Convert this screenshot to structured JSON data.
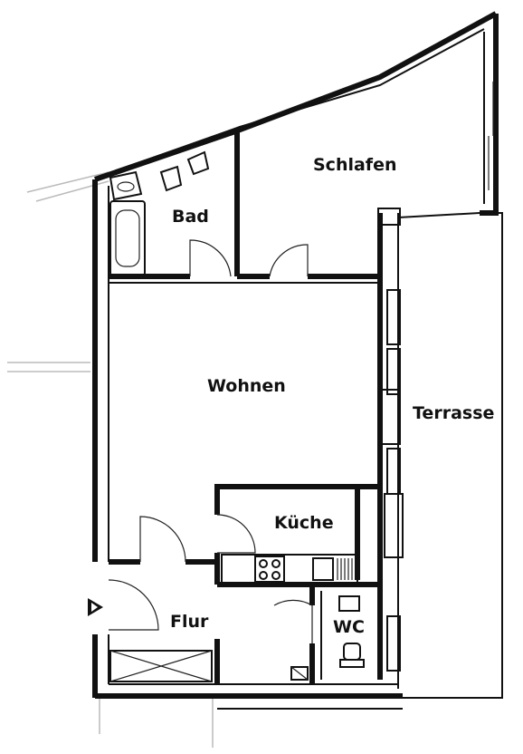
{
  "rooms": {
    "schlafen": "Schlafen",
    "bad": "Bad",
    "wohnen": "Wohnen",
    "terrasse": "Terrasse",
    "kueche": "Küche",
    "flur": "Flur",
    "wc": "WC"
  },
  "icons": {
    "entrance": "entrance-arrow-icon",
    "stove": "stove-icon",
    "sink": "sink-icon",
    "bathtub": "bathtub-icon",
    "toilet": "toilet-icon",
    "washbasin": "washbasin-icon"
  },
  "colors": {
    "ink": "#111111",
    "background": "#ffffff"
  }
}
